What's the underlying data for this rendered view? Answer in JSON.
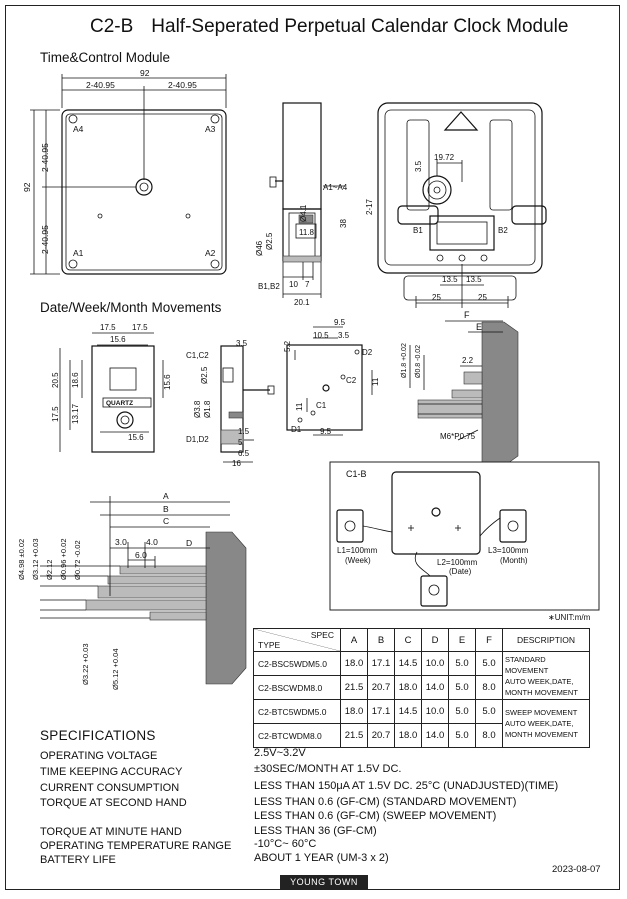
{
  "title": {
    "code": "C2-B",
    "text": "Half-Seperated Perpetual Calendar Clock Module"
  },
  "sections": {
    "time_control": "Time&Control Module",
    "date_week_month": "Date/Week/Month Movements",
    "specifications": "SPECIFICATIONS"
  },
  "drawing1": {
    "dims": [
      "92",
      "2-40.95",
      "2-40.95",
      "92",
      "2-40.95",
      "2-40.95"
    ],
    "corners": [
      "A4",
      "A3",
      "A1",
      "A2"
    ],
    "side": [
      "A1~A4",
      "Ø4.1",
      "11.8",
      "38",
      "2-17",
      "Ø46",
      "Ø2.5",
      "B1,B2",
      "10",
      "7",
      "20.1"
    ],
    "back": [
      "19.72",
      "3.5",
      "B1",
      "B2",
      "13.5",
      "13.5",
      "25",
      "25"
    ]
  },
  "drawing2": {
    "front": [
      "17.5",
      "17.5",
      "15.6",
      "20.5",
      "18.6",
      "17.5",
      "13.17",
      "15.6",
      "15.6",
      "QUARTZ"
    ],
    "side": [
      "3.5",
      "C1,C2",
      "Ø2.5",
      "Ø3.8",
      "Ø1.8",
      "D1,D2",
      "1.5",
      "5",
      "6.5",
      "16"
    ],
    "back": [
      "9.5",
      "10.5",
      "3.5",
      "5.2",
      "D2",
      "C2",
      "11",
      "C1",
      "11",
      "D1",
      "9.5"
    ],
    "shaft": [
      "F",
      "E",
      "Ø1.8 +0.02",
      "Ø0.8 -0.02",
      "2.2",
      "M6*P0.75"
    ]
  },
  "drawing3": {
    "labels": [
      "A",
      "B",
      "C",
      "3.0",
      "4.0",
      "D",
      "6.0"
    ],
    "diameters": [
      "Ø4.98 ±0.02",
      "Ø3.12 +0.03",
      "Ø2.12",
      "Ø0.96 +0.02",
      "Ø0.72 -0.02",
      "Ø3.22 +0.03",
      "Ø5.12 +0.04"
    ]
  },
  "c1b": {
    "title": "C1-B",
    "l1": "L1=100mm",
    "l1_sub": "(Week)",
    "l2": "L2=100mm",
    "l2_sub": "(Date)",
    "l3": "L3=100mm",
    "l3_sub": "(Month)"
  },
  "unit": "∗UNIT:m/m",
  "table": {
    "spec_label": "SPEC",
    "type_label": "TYPE",
    "columns": [
      "A",
      "B",
      "C",
      "D",
      "E",
      "F"
    ],
    "desc_label": "DESCRIPTION",
    "rows": [
      {
        "type": "C2-BSC5WDM5.0",
        "values": [
          "18.0",
          "17.1",
          "14.5",
          "10.0",
          "5.0",
          "5.0"
        ]
      },
      {
        "type": "C2-BSCWDM8.0",
        "values": [
          "21.5",
          "20.7",
          "18.0",
          "14.0",
          "5.0",
          "8.0"
        ]
      },
      {
        "type": "C2-BTC5WDM5.0",
        "values": [
          "18.0",
          "17.1",
          "14.5",
          "10.0",
          "5.0",
          "5.0"
        ]
      },
      {
        "type": "C2-BTCWDM8.0",
        "values": [
          "21.5",
          "20.7",
          "18.0",
          "14.0",
          "5.0",
          "8.0"
        ]
      }
    ],
    "desc_groups": [
      {
        "l1": "STANDARD MOVEMENT",
        "l2": "AUTO WEEK,DATE,",
        "l3": "MONTH MOVEMENT"
      },
      {
        "l1": "SWEEP MOVEMENT",
        "l2": "AUTO WEEK,DATE,",
        "l3": "MONTH MOVEMENT"
      }
    ]
  },
  "specs": [
    {
      "label": "OPERATING VOLTAGE",
      "value": "2.5V~3.2V"
    },
    {
      "label": "TIME KEEPING ACCURACY",
      "value": "±30SEC/MONTH AT 1.5V DC."
    },
    {
      "label": "CURRENT CONSUMPTION",
      "value": "LESS THAN 150μA AT 1.5V DC. 25°C (UNADJUSTED)(TIME)"
    },
    {
      "label": "TORQUE AT SECOND HAND",
      "value": "LESS THAN 0.6 (GF-CM)  (STANDARD MOVEMENT)",
      "value2": "LESS THAN 0.6 (GF-CM)  (SWEEP MOVEMENT)"
    },
    {
      "label": "TORQUE AT MINUTE HAND",
      "value": "LESS THAN 36 (GF-CM)"
    },
    {
      "label": "OPERATING TEMPERATURE RANGE",
      "value": "-10°C~ 60°C"
    },
    {
      "label": "BATTERY LIFE",
      "value": "ABOUT 1 YEAR  (UM-3 x 2)"
    }
  ],
  "footer": {
    "brand": "YOUNG TOWN",
    "date": "2023-08-07"
  }
}
